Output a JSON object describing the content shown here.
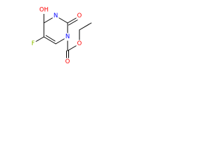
{
  "molecule": {
    "atoms": [
      {
        "id": "o-hydroxy",
        "text": "OH",
        "color": "#ff0000"
      },
      {
        "id": "n-ring-3",
        "text": "N",
        "color": "#0000ff"
      },
      {
        "id": "o-carbonyl-ring",
        "text": "O",
        "color": "#ff0000"
      },
      {
        "id": "f",
        "text": "F",
        "color": "#90c000"
      },
      {
        "id": "n-ring-1",
        "text": "N",
        "color": "#0000ff"
      },
      {
        "id": "o-ester",
        "text": "O",
        "color": "#ff0000"
      },
      {
        "id": "o-carbonyl-ester",
        "text": "O",
        "color": "#ff0000"
      }
    ]
  }
}
